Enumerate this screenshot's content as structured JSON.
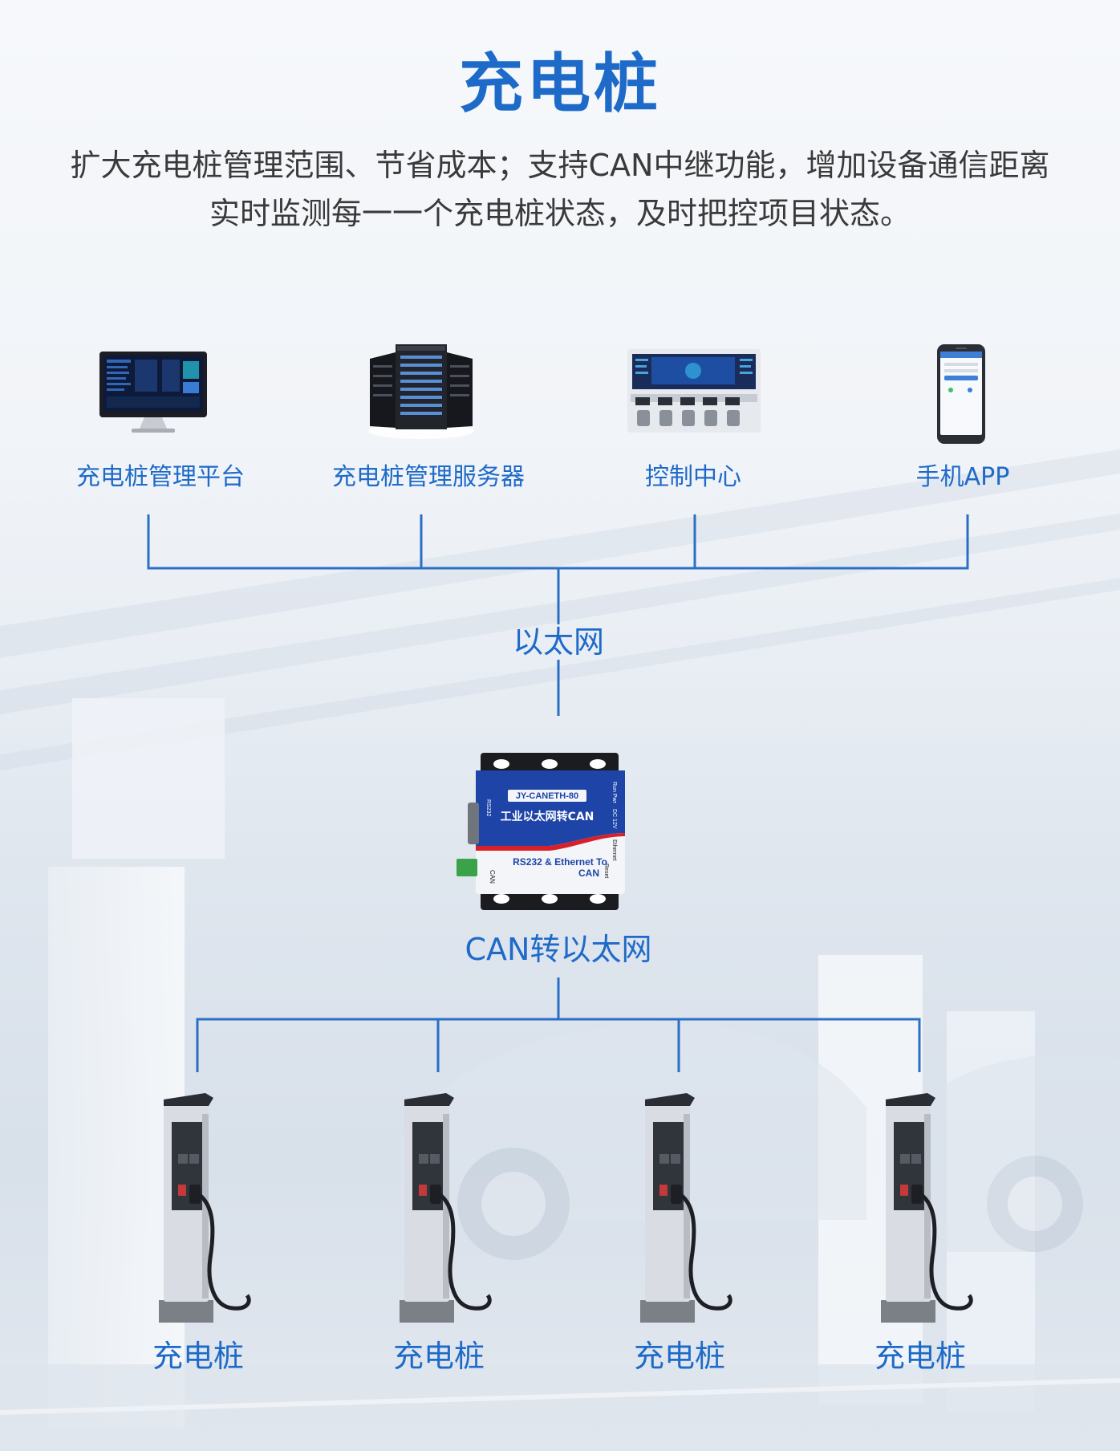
{
  "header": {
    "title": "充电桩",
    "subtitle_line1": "扩大充电桩管理范围、节省成本；支持CAN中继功能，增加设备通信距离",
    "subtitle_line2": "实时监测每一一个充电桩状态，及时把控项目状态。"
  },
  "top_nodes": [
    {
      "label": "充电桩管理平台",
      "icon": "monitor-icon"
    },
    {
      "label": "充电桩管理服务器",
      "icon": "server-icon"
    },
    {
      "label": "控制中心",
      "icon": "control-room-icon"
    },
    {
      "label": "手机APP",
      "icon": "phone-icon"
    }
  ],
  "network": {
    "label": "以太网"
  },
  "gateway": {
    "label": "CAN转以太网",
    "model": "JY-CANETH-80",
    "name": "工业以太网转CAN",
    "desc_line1": "RS232 & Ethernet To",
    "desc_line2": "CAN",
    "port_can": "CAN",
    "port_rs232": "RS232",
    "port_dc": "DC 12V",
    "port_run": "Run Pwr",
    "port_eth": "Ethernet",
    "port_reset": "Reset",
    "icon": "gateway-device-icon"
  },
  "piles": [
    {
      "label": "充电桩",
      "icon": "charging-pile-icon"
    },
    {
      "label": "充电桩",
      "icon": "charging-pile-icon"
    },
    {
      "label": "充电桩",
      "icon": "charging-pile-icon"
    },
    {
      "label": "充电桩",
      "icon": "charging-pile-icon"
    }
  ],
  "colors": {
    "accent": "#1e6ac9",
    "line": "#2a6fc4",
    "text": "#3a3a3a"
  }
}
